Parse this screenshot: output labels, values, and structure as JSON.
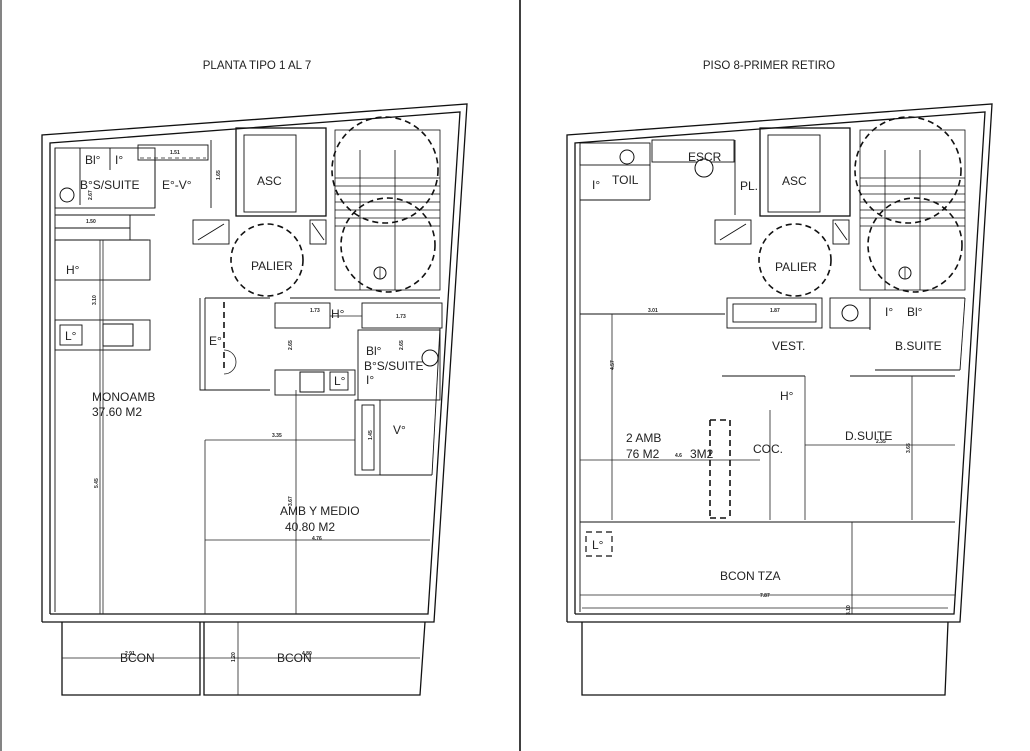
{
  "titles": {
    "left": "PLANTA TIPO 1 AL 7",
    "right": "PISO 8-PRIMER RETIRO"
  },
  "left_plan": {
    "rooms": {
      "bl": "Bl°",
      "i1": "I°",
      "bano_suite": "B°S/SUITE",
      "e_v": "E°-V°",
      "asc": "ASC",
      "palier": "PALIER",
      "h1": "H°",
      "l1": "L°",
      "e1": "E°",
      "monoamb": "MONOAMB",
      "monoamb_area": "37.60 M2",
      "h2": "H°",
      "bl2": "Bl°",
      "bano_suite2": "B°S/SUITE",
      "l2": "L°",
      "i2": "I°",
      "v": "V°",
      "amb_medio": "AMB Y MEDIO",
      "amb_medio_area": "40.80 M2",
      "bcon1": "BCON",
      "bcon2": "BCON"
    },
    "dims": {
      "d1": "1.51",
      "d2": "2.67",
      "d3": "1.65",
      "d4": "1.50",
      "d5": "3.10",
      "d6": "1.73",
      "d7": "1.73",
      "d8": "2.65",
      "d9": "2.65",
      "d10": "3.35",
      "d11": "1.45",
      "d12": "3.67",
      "d13": "5.45",
      "d14": "4.76",
      "d15": "2.91",
      "d16": "1.20",
      "d17": "4.80"
    }
  },
  "right_plan": {
    "rooms": {
      "escr": "ESCR",
      "toil": "TOIL",
      "i1": "I°",
      "pl": "PL.",
      "asc": "ASC",
      "palier": "PALIER",
      "i2": "I°",
      "bl": "Bl°",
      "vest": "VEST.",
      "bsuite": "B.SUITE",
      "h": "H°",
      "amb2": "2 AMB",
      "amb2_area": "76  M2",
      "amb2_area_tail": "3M2",
      "coc": "COC.",
      "dsuite": "D.SUITE",
      "l": "L°",
      "bcon_tza": "BCON TZA"
    },
    "dims": {
      "d1": "3.01",
      "d2": "1.87",
      "d3": "4.57",
      "d4": "4.6",
      "d5": "2.35",
      "d6": "3.65",
      "d7": "7.87",
      "d8": "3.10"
    }
  }
}
